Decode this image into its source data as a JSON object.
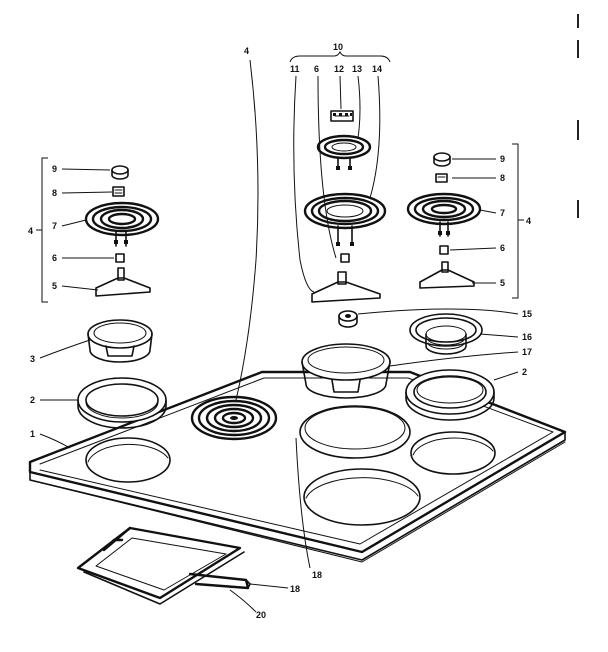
{
  "callouts": {
    "c1": "1",
    "c2l": "2",
    "c2r": "2",
    "c3": "3",
    "c4l": "4",
    "c4t": "4",
    "c4r": "4",
    "c5l": "5",
    "c5r": "5",
    "c6l": "6",
    "c6c": "6",
    "c6r": "6",
    "c7l": "7",
    "c7r": "7",
    "c8l": "8",
    "c8r": "8",
    "c9l": "9",
    "c9r": "9",
    "c10": "10",
    "c11": "11",
    "c12": "12",
    "c13": "13",
    "c14": "14",
    "c15": "15",
    "c16": "16",
    "c17": "17",
    "c18a": "18",
    "c18b": "18",
    "c20": "20"
  },
  "colors": {
    "ink": "#111111",
    "paper": "#ffffff"
  }
}
